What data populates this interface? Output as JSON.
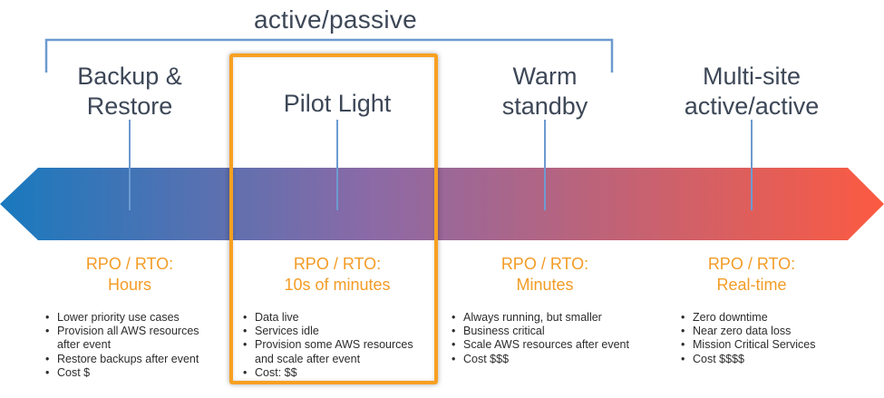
{
  "diagram": {
    "group_label": "active/passive",
    "colors": {
      "arrow_start": "#1979be",
      "arrow_mid": "#8b6aa6",
      "arrow_end": "#fc5a41",
      "connector": "#6d9ad0",
      "accent_orange": "#f39c26",
      "highlight_border": "#f7a021",
      "title_text": "#3d4757"
    },
    "highlighted_strategy": "pilot-light",
    "strategies": [
      {
        "id": "backup-restore",
        "title_lines": [
          "Backup &",
          "Restore"
        ],
        "rpo_label": "RPO / RTO:",
        "rpo_value": "Hours",
        "bullets": [
          "Lower priority use cases",
          "Provision all AWS resources",
          "after event",
          "Restore backups after event",
          "Cost $"
        ],
        "bullet_continuations": [
          2
        ]
      },
      {
        "id": "pilot-light",
        "title_lines": [
          "Pilot Light"
        ],
        "rpo_label": "RPO / RTO:",
        "rpo_value": "10s of minutes",
        "bullets": [
          "Data live",
          "Services idle",
          "Provision some AWS resources",
          "and scale after event",
          "Cost: $$"
        ],
        "bullet_continuations": [
          3
        ]
      },
      {
        "id": "warm-standby",
        "title_lines": [
          "Warm",
          "standby"
        ],
        "rpo_label": "RPO / RTO:",
        "rpo_value": "Minutes",
        "bullets": [
          "Always running, but smaller",
          "Business critical",
          "Scale AWS resources after event",
          "Cost $$$"
        ],
        "bullet_continuations": []
      },
      {
        "id": "multi-site",
        "title_lines": [
          "Multi-site",
          "active/active"
        ],
        "rpo_label": "RPO / RTO:",
        "rpo_value": "Real-time",
        "bullets": [
          "Zero downtime",
          "Near zero data loss",
          "Mission Critical Services",
          "Cost $$$$"
        ],
        "bullet_continuations": []
      }
    ]
  }
}
